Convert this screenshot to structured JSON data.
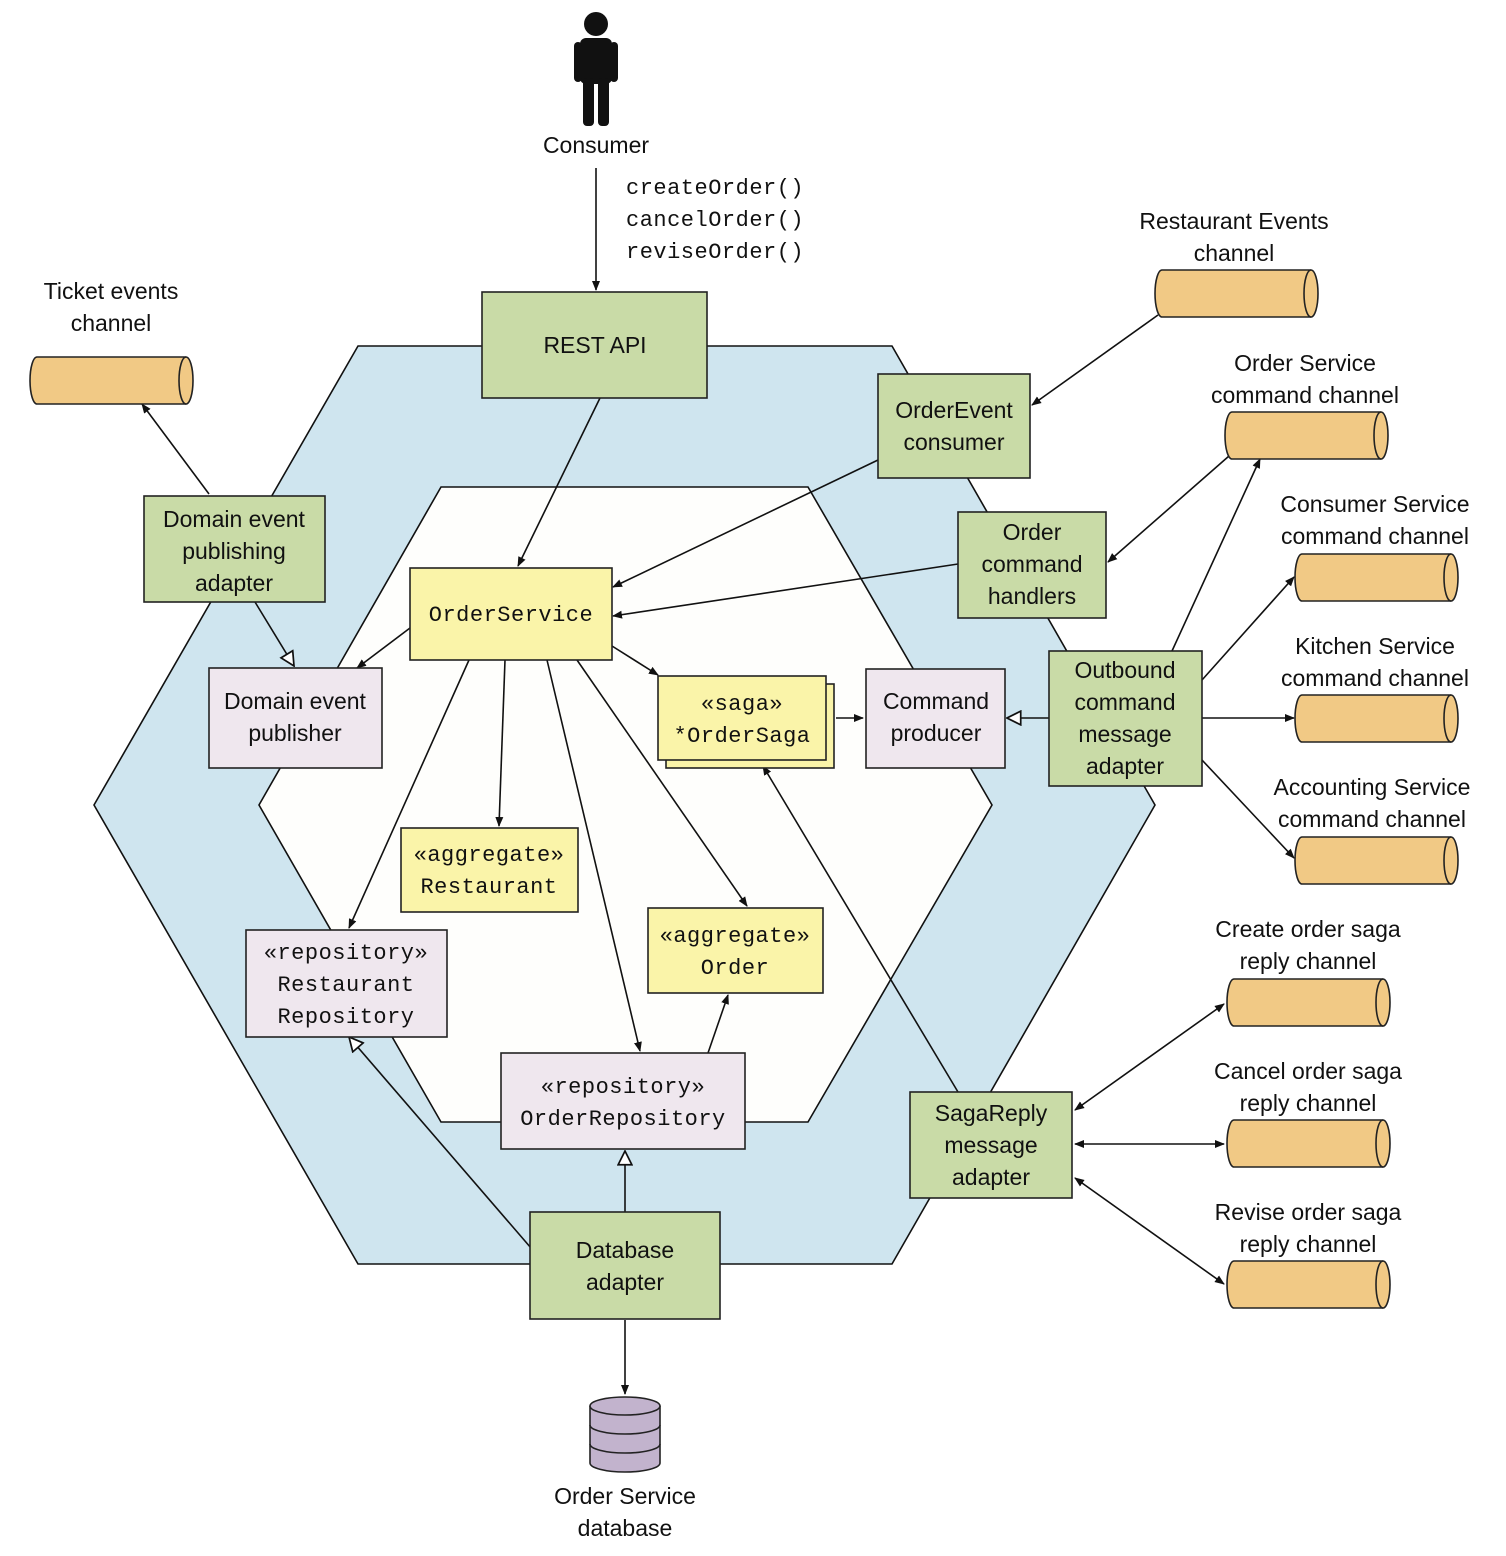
{
  "actor": {
    "label": "Consumer"
  },
  "operations": [
    "createOrder()",
    "cancelOrder()",
    "reviseOrder()"
  ],
  "adapters": {
    "rest_api": [
      "REST API"
    ],
    "order_event_consumer": [
      "OrderEvent",
      "consumer"
    ],
    "domain_event_publishing_adapter": [
      "Domain event",
      "publishing",
      "adapter"
    ],
    "order_command_handlers": [
      "Order",
      "command",
      "handlers"
    ],
    "outbound_command_message_adapter": [
      "Outbound",
      "command",
      "message",
      "adapter"
    ],
    "saga_reply_message_adapter": [
      "SagaReply",
      "message",
      "adapter"
    ],
    "database_adapter": [
      "Database",
      "adapter"
    ]
  },
  "core": {
    "order_service": [
      "OrderService"
    ],
    "order_saga": [
      "«saga»",
      "*OrderSaga"
    ],
    "restaurant_aggregate": [
      "«aggregate»",
      "Restaurant"
    ],
    "order_aggregate": [
      "«aggregate»",
      "Order"
    ]
  },
  "ports": {
    "domain_event_publisher": [
      "Domain event",
      "publisher"
    ],
    "command_producer": [
      "Command",
      "producer"
    ],
    "restaurant_repository": [
      "«repository»",
      "Restaurant",
      "Repository"
    ],
    "order_repository": [
      "«repository»",
      "OrderRepository"
    ]
  },
  "channels": {
    "ticket_events": [
      "Ticket events",
      "channel"
    ],
    "restaurant_events": [
      "Restaurant Events",
      "channel"
    ],
    "order_service_command": [
      "Order Service",
      "command channel"
    ],
    "consumer_service_command": [
      "Consumer Service",
      "command channel"
    ],
    "kitchen_service_command": [
      "Kitchen Service",
      "command channel"
    ],
    "accounting_service_command": [
      "Accounting Service",
      "command channel"
    ],
    "create_order_saga_reply": [
      "Create order saga",
      "reply channel"
    ],
    "cancel_order_saga_reply": [
      "Cancel order saga",
      "reply channel"
    ],
    "revise_order_saga_reply": [
      "Revise order saga",
      "reply channel"
    ]
  },
  "database": {
    "label": [
      "Order Service",
      "database"
    ]
  },
  "colors": {
    "outer_hexagon": "#cfe5ef",
    "inner_hexagon": "#fefefc",
    "adapter": "#c9dba7",
    "domain_object": "#faf4a9",
    "port": "#efe7ee",
    "channel": "#f1c985",
    "database": "#c2b3cd"
  }
}
